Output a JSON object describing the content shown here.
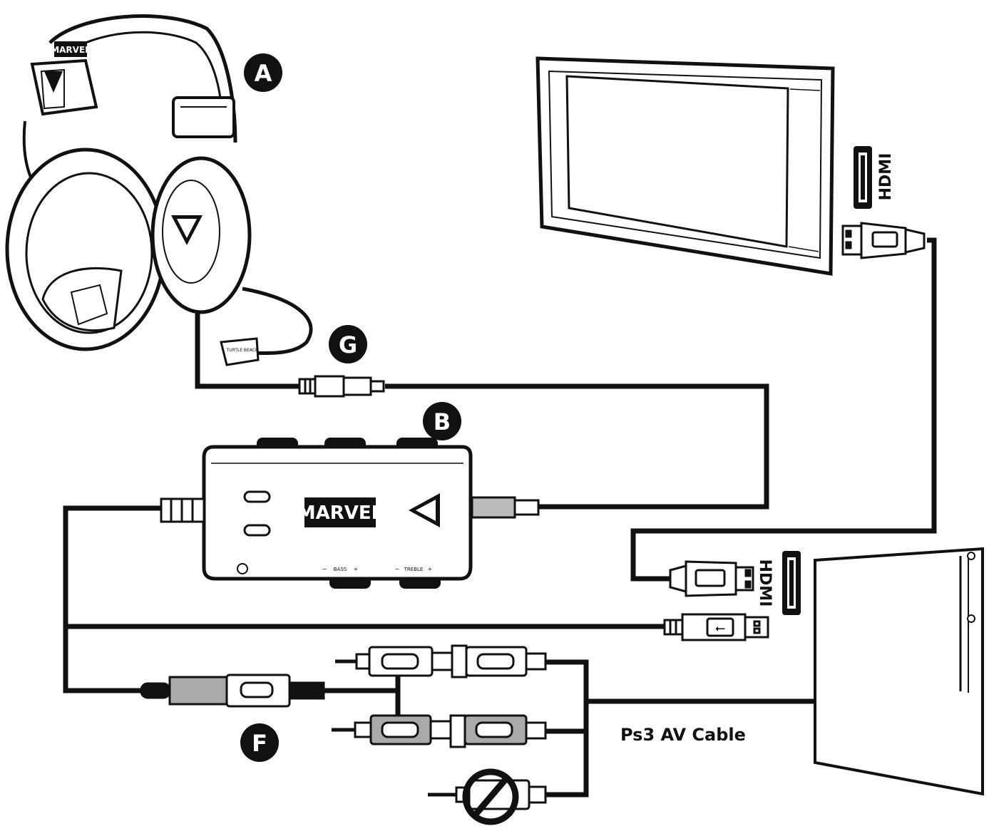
{
  "callouts": {
    "a": "A",
    "b": "B",
    "f": "F",
    "g": "G"
  },
  "labels": {
    "hdmi_tv": "HDMI",
    "hdmi_console": "HDMI",
    "ps3_av_cable": "Ps3 AV Cable"
  },
  "logos": {
    "headset_band": "MARVEL",
    "amp": "MARVEL",
    "mic_brand": "TURTLE BEACH"
  },
  "amp_controls": {
    "bass": "BASS",
    "treble": "TREBLE",
    "minus": "−",
    "plus": "+"
  },
  "colors": {
    "ink": "#111111",
    "grey_plug": "#9a9a9a",
    "paper": "#ffffff"
  }
}
